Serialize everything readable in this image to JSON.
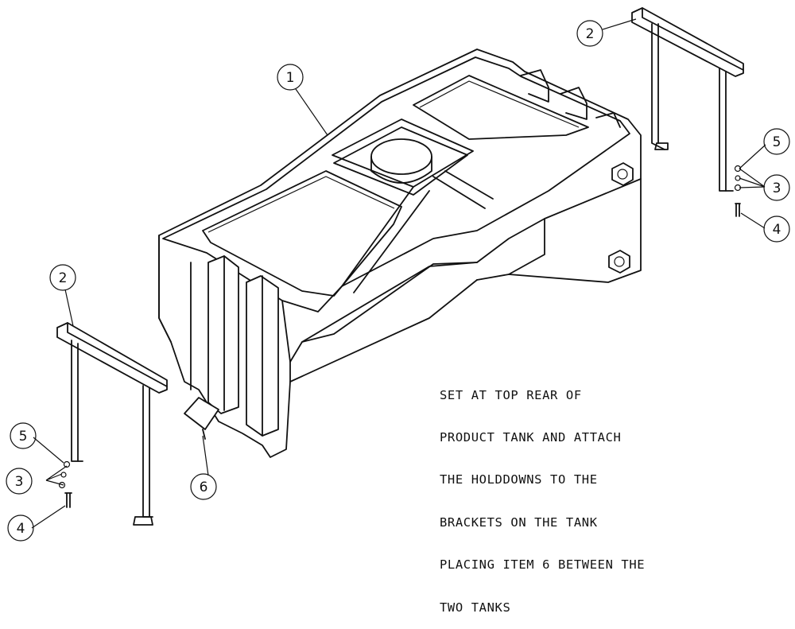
{
  "callouts": {
    "item_1": "1",
    "item_2_right": "2",
    "item_2_left": "2",
    "item_3_right": "3",
    "item_3_left": "3",
    "item_4_right": "4",
    "item_4_left": "4",
    "item_5_right": "5",
    "item_5_left": "5",
    "item_6": "6"
  },
  "note": {
    "lines": [
      "SET AT TOP REAR OF",
      "PRODUCT TANK AND ATTACH",
      "THE HOLDDOWNS TO THE",
      "BRACKETS ON THE TANK",
      "PLACING ITEM 6 BETWEEN THE",
      "TWO TANKS"
    ]
  }
}
